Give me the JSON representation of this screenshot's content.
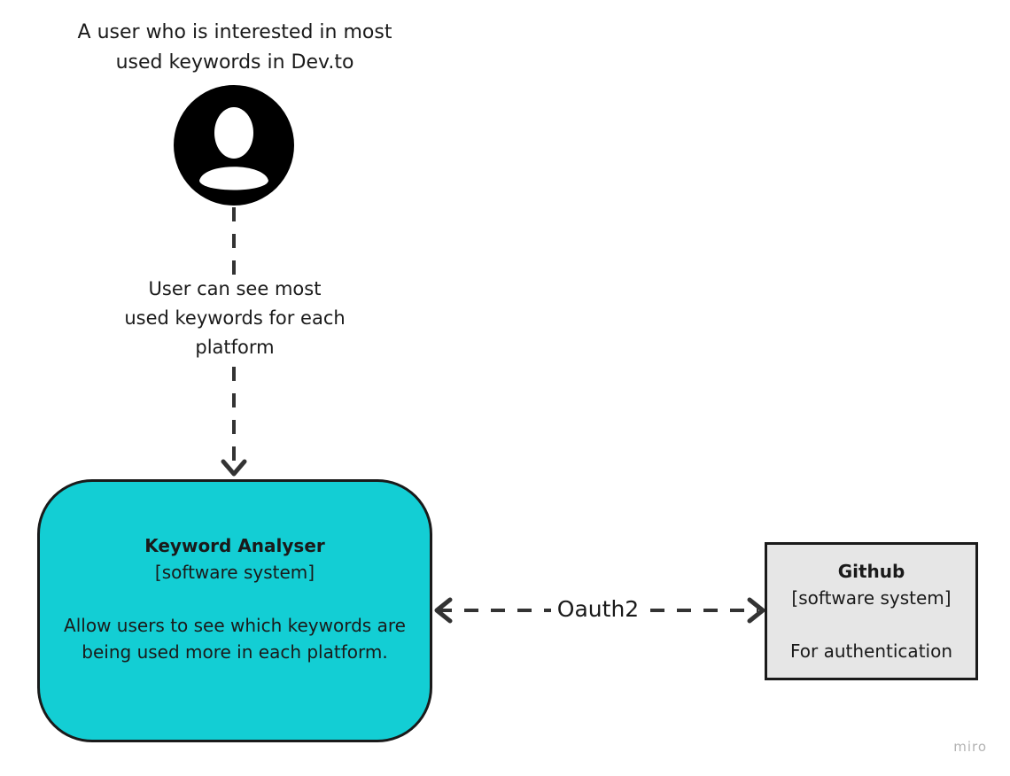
{
  "person": {
    "caption": "A user who is interested in most used keywords in Dev.to",
    "icon": "person-icon"
  },
  "relationships": [
    {
      "label": "User can see most used keywords for each platform",
      "style": "dashed",
      "direction": "person-to-keyword-analyser"
    },
    {
      "label": "Oauth2",
      "style": "dashed",
      "direction": "bidirectional"
    }
  ],
  "systems": [
    {
      "name": "Keyword Analyser",
      "type": "[software system]",
      "description": "Allow users to see which keywords are being used more in each platform.",
      "color": "#13ced4"
    },
    {
      "name": "Github",
      "type": "[software system]",
      "description": "For authentication",
      "color": "#e6e6e6"
    }
  ],
  "watermark": "miro"
}
